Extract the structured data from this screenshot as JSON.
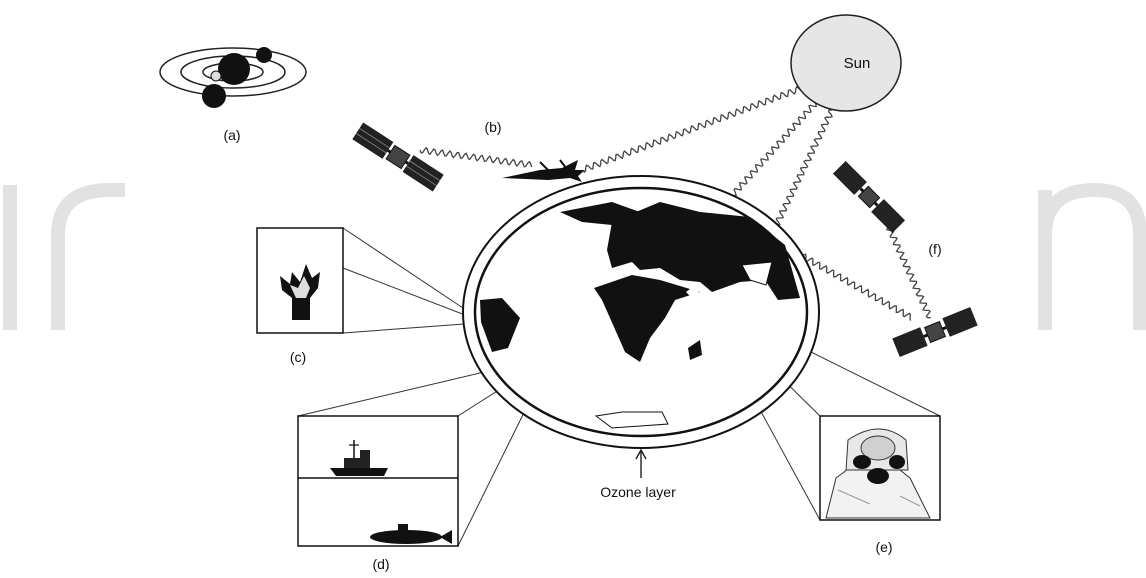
{
  "labels": {
    "a": "(a)",
    "b": "(b)",
    "c": "(c)",
    "d": "(d)",
    "e": "(e)",
    "f": "(f)"
  },
  "sun_label": "Sun",
  "ozone_label": "Ozone layer",
  "icons": [
    "solar-system-icon",
    "satellite-icon",
    "missile-icon",
    "sun-icon",
    "earth-icon",
    "fire-icon",
    "warship-icon",
    "submarine-icon",
    "gas-mask-soldier-icon"
  ],
  "colors": {
    "ink": "#111111",
    "watermark": "#e2e2e2"
  }
}
